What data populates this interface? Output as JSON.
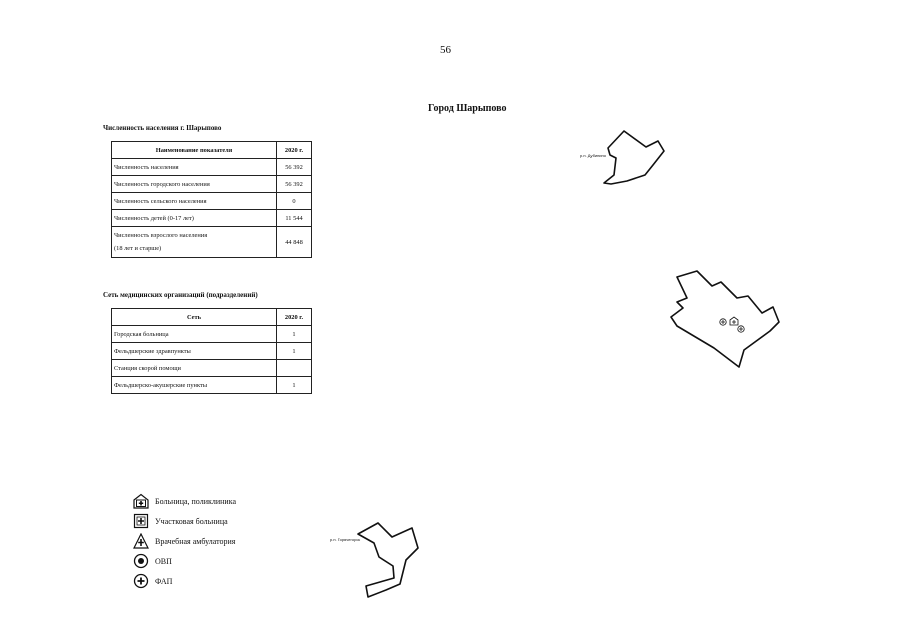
{
  "page_number": "56",
  "city_title": "Город Шарыпово",
  "population": {
    "title": "Численность населения г. Шарыпово",
    "headers": [
      "Наименование показателя",
      "2020 г."
    ],
    "rows": [
      {
        "label": "Численность населения",
        "value": "56 392"
      },
      {
        "label": "Численность городского населения",
        "value": "56 392"
      },
      {
        "label": "Численность сельского населения",
        "value": "0"
      },
      {
        "label": "Численность детей (0-17 лет)",
        "value": "11 544"
      },
      {
        "label": "Численность взрослого населения",
        "label2": "(18 лет и старше)",
        "value": "44 848"
      }
    ]
  },
  "medical": {
    "title": "Сеть медицинских организаций (подразделений)",
    "headers": [
      "Сеть",
      "2020 г."
    ],
    "rows": [
      {
        "label": "Городская больница",
        "value": "1"
      },
      {
        "label": "Фельдшерские здравпункты",
        "value": "1"
      },
      {
        "label": "Станция скорой помощи",
        "value": ""
      },
      {
        "label": "Фельдшерско-акушерские пункты",
        "value": "1"
      }
    ]
  },
  "legend": [
    {
      "icon": "hospital-polyclinic-icon",
      "label": "Больница, поликлиника"
    },
    {
      "icon": "district-hospital-icon",
      "label": "Участковая больница"
    },
    {
      "icon": "outpatient-clinic-icon",
      "label": "Врачебная амбулатория"
    },
    {
      "icon": "ovp-icon",
      "label": "ОВП"
    },
    {
      "icon": "fap-icon",
      "label": "ФАП"
    }
  ],
  "map_labels": {
    "dubinino": "р.п. Дубинино",
    "gorjachegorsk": "р.п. Горячегорск"
  }
}
